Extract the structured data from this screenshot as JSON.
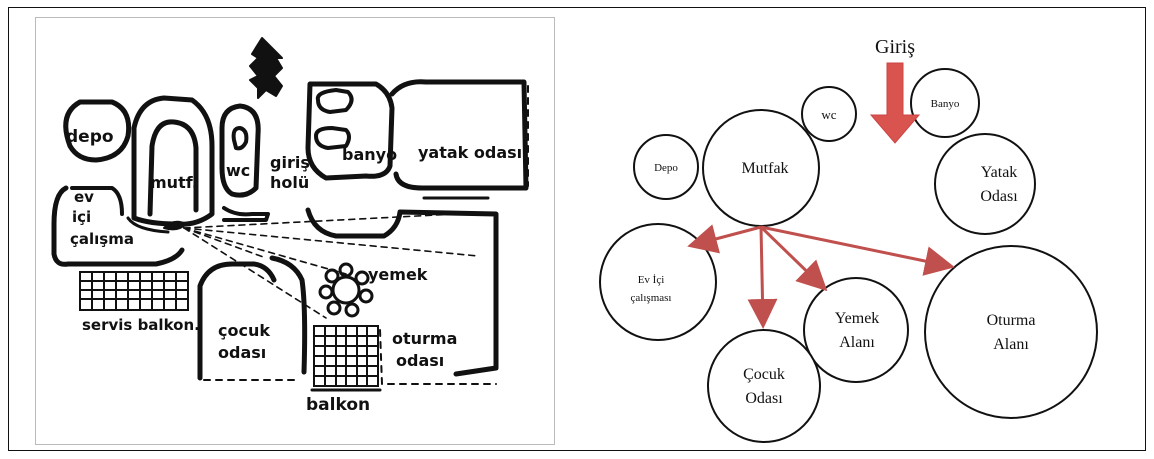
{
  "sketch": {
    "labels": {
      "depo": "depo",
      "mutf": "mutf.",
      "wc": "wc",
      "giris": "giriş",
      "holu": "holü",
      "banyo": "banyo",
      "yatak_odasi": "yatak odası",
      "ev": "ev",
      "ici": "içi",
      "calisma": "çalışma",
      "yemek": "yemek",
      "servis_balkon": "servis balkon.",
      "cocuk": "çocuk",
      "odasi_1": "odası",
      "oturma": "oturma",
      "odasi_2": "odası",
      "balkon": "balkon"
    }
  },
  "bubbles": {
    "title": "Giriş",
    "nodes": {
      "wc": "wc",
      "banyo": "Banyo",
      "depo": "Depo",
      "mutfak": "Mutfak",
      "yatak_1": "Yatak",
      "yatak_2": "Odası",
      "evici_1": "Ev İçi",
      "evici_2": "çalışması",
      "yemek_1": "Yemek",
      "yemek_2": "Alanı",
      "oturma_1": "Oturma",
      "oturma_2": "Alanı",
      "cocuk_1": "Çocuk",
      "cocuk_2": "Odası"
    },
    "arrow_color": "#c0504d",
    "entry_arrow_color": "#d9534f"
  }
}
